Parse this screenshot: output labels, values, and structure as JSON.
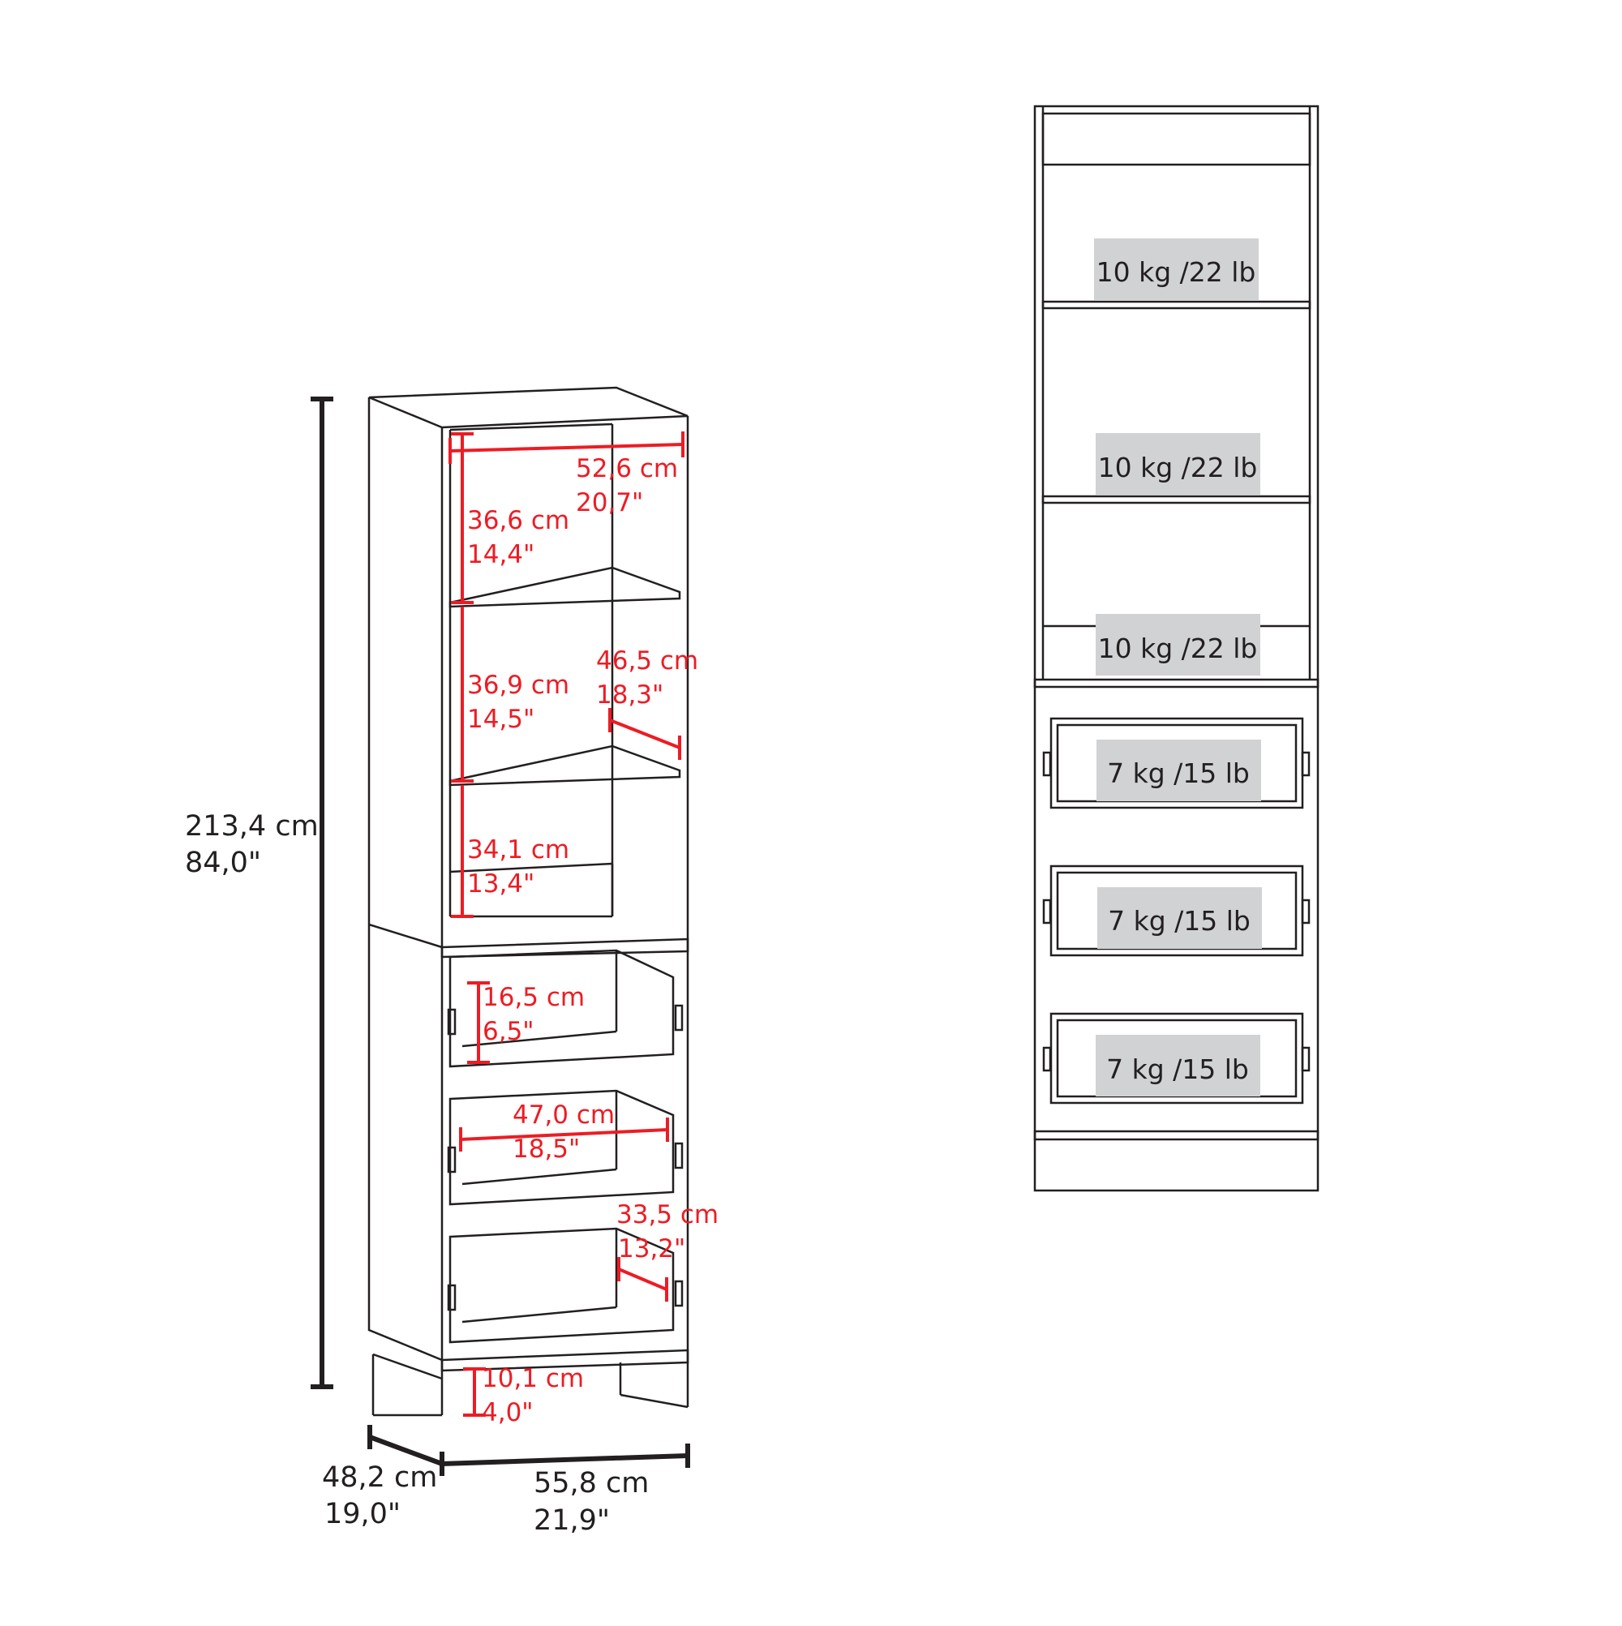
{
  "colors": {
    "outline": "#231f20",
    "dimension": "#ed1c24",
    "label_fill": "#d1d2d4",
    "background": "#ffffff"
  },
  "overall": {
    "height": {
      "cm": "213,4 cm",
      "in": "84,0\""
    },
    "depth": {
      "cm": "48,2 cm",
      "in": "19,0\""
    },
    "width": {
      "cm": "55,8 cm",
      "in": "21,9\""
    }
  },
  "inner": {
    "top_width": {
      "cm": "52,6 cm",
      "in": "20,7\""
    },
    "shelf1_height": {
      "cm": "36,6 cm",
      "in": "14,4\""
    },
    "shelf2_height": {
      "cm": "36,9 cm",
      "in": "14,5\""
    },
    "shelf_depth": {
      "cm": "46,5 cm",
      "in": "18,3\""
    },
    "shelf3_height": {
      "cm": "34,1 cm",
      "in": "13,4\""
    },
    "drawer_height": {
      "cm": "16,5 cm",
      "in": "6,5\""
    },
    "drawer_width": {
      "cm": "47,0 cm",
      "in": "18,5\""
    },
    "drawer_depth": {
      "cm": "33,5 cm",
      "in": "13,2\""
    },
    "base_height": {
      "cm": "10,1 cm",
      "in": "4,0\""
    }
  },
  "capacity": {
    "shelves": [
      "10 kg /22 lb",
      "10 kg /22 lb",
      "10 kg /22 lb"
    ],
    "drawers": [
      "7 kg /15 lb",
      "7 kg /15 lb",
      "7 kg /15 lb"
    ]
  }
}
